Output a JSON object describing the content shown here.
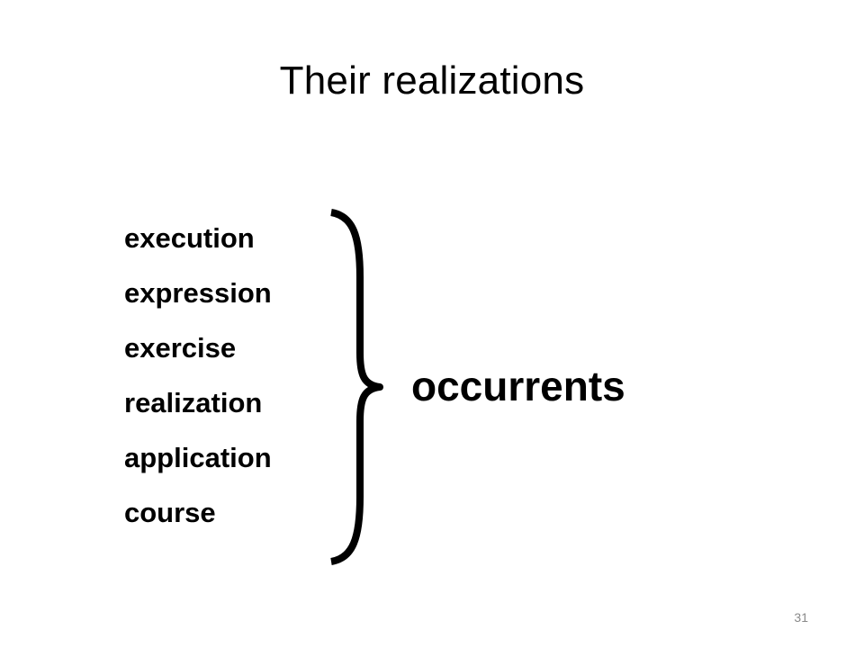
{
  "slide": {
    "title": "Their realizations",
    "terms": [
      "execution",
      "expression",
      "exercise",
      "realization",
      "application",
      "course"
    ],
    "result": "occurrents",
    "page_number": "31"
  }
}
